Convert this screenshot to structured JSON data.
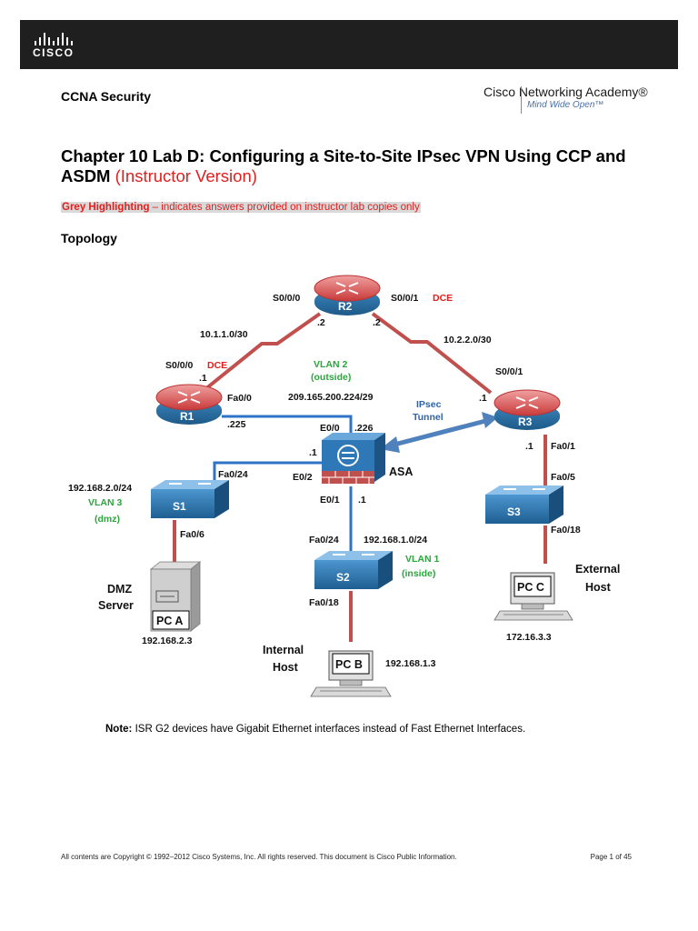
{
  "header": {
    "logo_text": "CISCO",
    "logo_icon": "cisco-bars-icon"
  },
  "course_name": "CCNA Security",
  "academy": {
    "name": "Cisco Networking Academy®",
    "tagline": "Mind Wide Open™"
  },
  "title": {
    "main": "Chapter 10 Lab D: Configuring a Site-to-Site IPsec VPN Using CCP and ASDM",
    "version": "(Instructor Version)"
  },
  "highlight_note": {
    "bold": "Grey Highlighting",
    "rest": " – indicates answers provided on instructor lab copies only"
  },
  "section_heading": "Topology",
  "diagram": {
    "routers": {
      "r1": "R1",
      "r2": "R2",
      "r3": "R3"
    },
    "switches": {
      "s1": "S1",
      "s2": "S2",
      "s3": "S3"
    },
    "firewall": "ASA",
    "pcs": {
      "a": "PC A",
      "b": "PC B",
      "c": "PC C"
    },
    "labels": {
      "r2_s000": "S0/0/0",
      "r2_s001": "S0/0/1",
      "dce": "DCE",
      "r2_left_ip": ".2",
      "r2_right_ip": ".2",
      "net_left": "10.1.1.0/30",
      "net_right": "10.2.2.0/30",
      "r1_s000": "S0/0/0",
      "r1_ip": ".1",
      "r1_fa00": "Fa0/0",
      "r1_fa00_ip": ".225",
      "vlan2": "VLAN 2",
      "vlan2_sub": "(outside)",
      "outside_net": "209.165.200.224/29",
      "ipsec_1": "IPsec",
      "ipsec_2": "Tunnel",
      "r3_s001": "S0/0/1",
      "r3_ip": ".1",
      "asa_e00": "E0/0",
      "asa_e00_ip": ".226",
      "asa_e02_ip": ".1",
      "asa_e02": "E0/2",
      "asa_e01": "E0/1",
      "asa_e01_ip": ".1",
      "r3_fa01_ip": ".1",
      "r3_fa01": "Fa0/1",
      "s3_fa05": "Fa0/5",
      "s3_fa018": "Fa0/18",
      "s1_fa024": "Fa0/24",
      "dmz_net": "192.168.2.0/24",
      "vlan3": "VLAN 3",
      "vlan3_sub": "(dmz)",
      "s1_fa06": "Fa0/6",
      "s2_fa024": "Fa0/24",
      "inside_net": "192.168.1.0/24",
      "vlan1": "VLAN 1",
      "vlan1_sub": "(inside)",
      "s2_fa018": "Fa0/18",
      "dmz_1": "DMZ",
      "dmz_2": "Server",
      "pca_ip": "192.168.2.3",
      "internal_1": "Internal",
      "internal_2": "Host",
      "pcb_ip": "192.168.1.3",
      "external_1": "External",
      "external_2": "Host",
      "pcc_ip": "172.16.3.3"
    },
    "colors": {
      "serial_link": "#c0504d",
      "ethernet_link": "#2e73c8",
      "tunnel": "#4f81bd",
      "router": "#2b6f9e",
      "router_top": "#d64545"
    }
  },
  "note": {
    "label": "Note:",
    "text": "  ISR G2 devices have Gigabit Ethernet interfaces instead of Fast Ethernet Interfaces."
  },
  "footer": {
    "copyright": "All contents are Copyright © 1992–2012 Cisco Systems, Inc. All rights reserved. This document is Cisco Public Information.",
    "page": "Page 1 of 45"
  }
}
